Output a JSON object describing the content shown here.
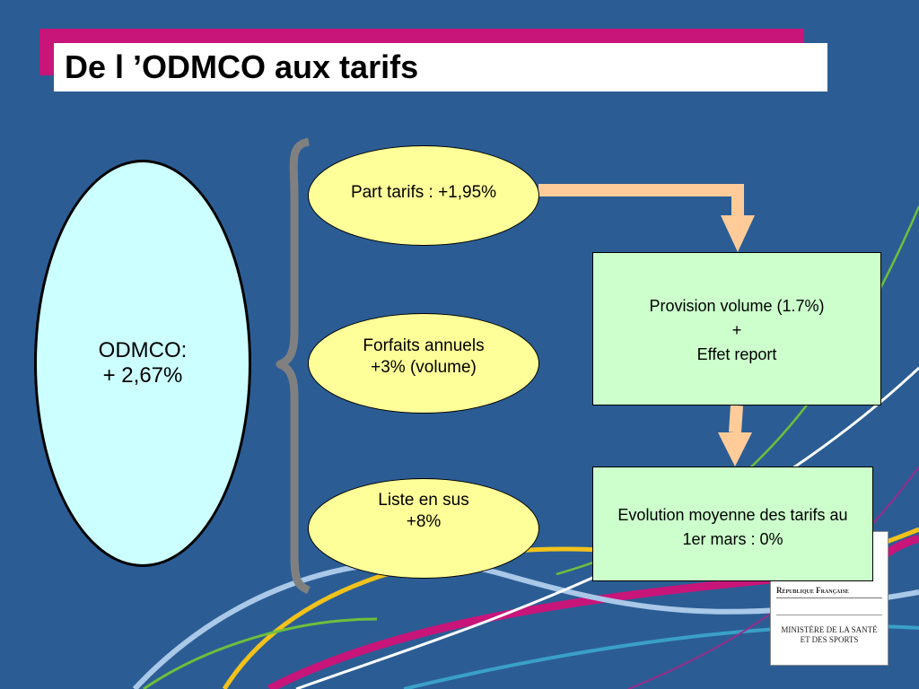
{
  "title": "De l ’ODMCO aux tarifs",
  "odmco": {
    "line1": "ODMCO:",
    "line2": "+ 2,67%"
  },
  "components": [
    {
      "line1": "Part tarifs : +1,95%",
      "line2": ""
    },
    {
      "line1": "Forfaits annuels",
      "line2": "+3% (volume)"
    },
    {
      "line1": "Liste en sus",
      "line2": "+8%"
    }
  ],
  "provision": {
    "line1": "Provision volume (1.7%)",
    "line2": "+",
    "line3": "Effet report"
  },
  "evolution": {
    "line1": "Evolution moyenne des tarifs au",
    "line2": "1er mars : 0%"
  },
  "logo": {
    "republique": "République Française",
    "ministere_line1": "MINISTÈRE DE LA SANTÉ",
    "ministere_line2": "ET DES SPORTS"
  },
  "colors": {
    "background": "#2b5d94",
    "title_accent": "#c8157a",
    "big_ellipse_fill": "#ccffff",
    "small_ellipse_fill": "#ffff99",
    "box_fill": "#ccffcc",
    "arrow": "#ffcc99",
    "brace": "#808080"
  }
}
